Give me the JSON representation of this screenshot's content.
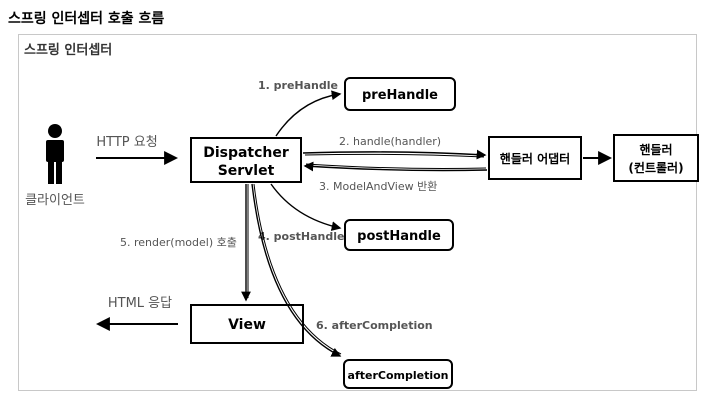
{
  "page_title": "스프링 인터셉터 호출 흐름",
  "frame_title": "스프링 인터셉터",
  "client": {
    "label": "클라이언트"
  },
  "request_label": "HTTP 요청",
  "response_label": "HTML 응답",
  "nodes": {
    "dispatcher_line1": "Dispatcher",
    "dispatcher_line2": "Servlet",
    "pre_handle": "preHandle",
    "post_handle": "postHandle",
    "after_completion": "afterCompletion",
    "handler_adapter": "핸들러 어댑터",
    "handler_line1": "핸들러",
    "handler_line2": "(컨트롤러)",
    "view": "View"
  },
  "edges": {
    "step1": "1. preHandle",
    "step2": "2. handle(handler)",
    "step3": "3. ModelAndView 반환",
    "step4": "4. postHandle",
    "step5": "5. render(model) 호출",
    "step6": "6. afterCompletion"
  }
}
